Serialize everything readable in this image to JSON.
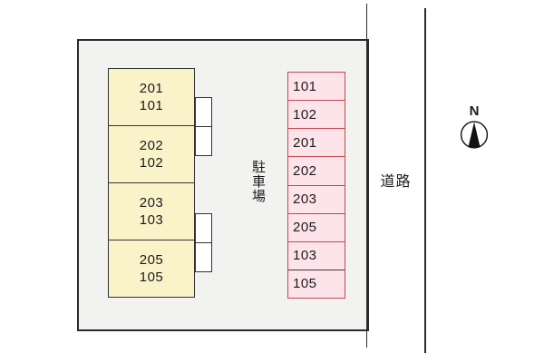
{
  "plan": {
    "building": {
      "units": [
        {
          "upper": "201",
          "lower": "101"
        },
        {
          "upper": "202",
          "lower": "102"
        },
        {
          "upper": "203",
          "lower": "103"
        },
        {
          "upper": "205",
          "lower": "105"
        }
      ]
    },
    "parking_area": {
      "label": "駐車場",
      "spaces": [
        "101",
        "102",
        "201",
        "202",
        "203",
        "205",
        "103",
        "105"
      ]
    },
    "road": {
      "label": "道路"
    },
    "compass": {
      "north_label": "N"
    },
    "colors": {
      "lot_fill": "#f2f2f0",
      "lot_border": "#2b2b2b",
      "building_fill": "#faf3ca",
      "building_border": "#333333",
      "parking_fill": "#fce4ea",
      "parking_border": "#c5464f",
      "dark_divider": "#3a3a3a",
      "ink": "#1b1b1b"
    }
  }
}
